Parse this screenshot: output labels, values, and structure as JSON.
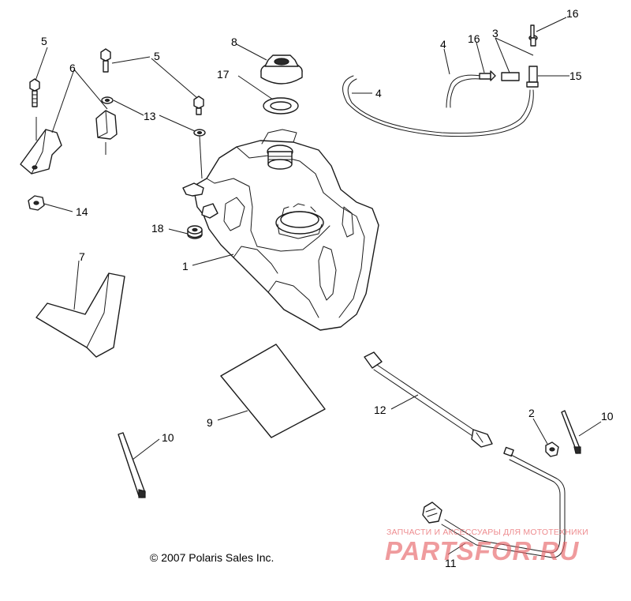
{
  "callouts": {
    "c1": "1",
    "c2": "2",
    "c3": "3",
    "c4a": "4",
    "c4b": "4",
    "c5a": "5",
    "c5b": "5",
    "c6": "6",
    "c7": "7",
    "c8": "8",
    "c9": "9",
    "c10a": "10",
    "c10b": "10",
    "c11": "11",
    "c12": "12",
    "c13": "13",
    "c14": "14",
    "c15": "15",
    "c16a": "16",
    "c16b": "16",
    "c17": "17",
    "c18": "18"
  },
  "copyright": "© 2007 Polaris Sales Inc.",
  "watermark": {
    "tagline": "ЗАПЧАСТИ И АКСЕССУАРЫ ДЛЯ МОТОТЕХНИКИ",
    "logo": "PARTSFOR.RU",
    "color": "#e8666a"
  },
  "colors": {
    "line": "#1a1a1a",
    "background": "#ffffff"
  }
}
